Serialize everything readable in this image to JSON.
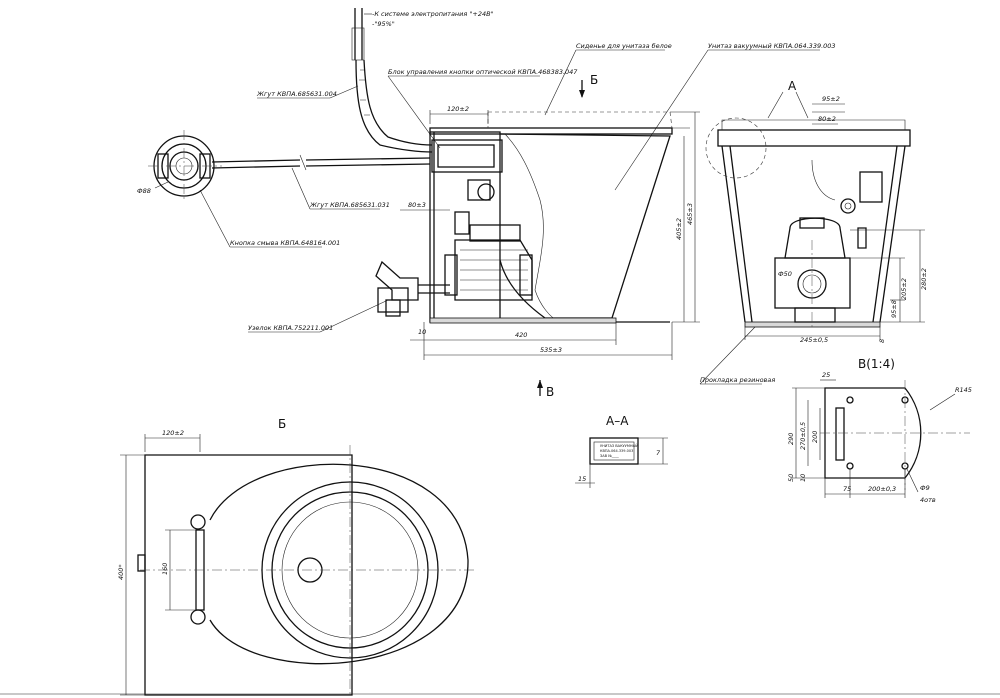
{
  "labels": {
    "power_supply": "-К системе электропитания \"+24В\"",
    "power_supply_2": "-\"95%\"",
    "seat": "Сиденье для унитаза белое",
    "vacuum_toilet": "Унитаз вакуумный КВПА.064.339.003",
    "optical_button_block": "Блок управления кнопки оптической КВПА.468383.047",
    "harness_1": "Жгут КВПА.685631.004",
    "harness_2": "Жгут КВПА.685631.031",
    "flush_button": "Кнопка смыва КВПА.648164.001",
    "elbow_node": "Узелок КВПА.752211.001",
    "rubber_gasket": "Прокладка резиновая"
  },
  "view_marks": {
    "b_top": "Б",
    "b_view": "Б",
    "a_mark": "А",
    "section_aa": "А–А",
    "v_mark": "В",
    "v_scale": "В(1:4)"
  },
  "dimensions": {
    "d88": "Ф88",
    "d50": "Ф50",
    "w120_top": "120±2",
    "w120_b": "120±2",
    "w80": "80±3",
    "h405": "405±2",
    "h465": "465±3",
    "w10": "10",
    "w420": "420",
    "w535": "535±3",
    "w95": "95±2",
    "w80b": "80±2",
    "w245": "245±0,5",
    "h205": "205±2",
    "h280": "280±2",
    "h95": "95±8",
    "h8": "8",
    "h400": "400*",
    "h160": "160",
    "aa_7": "7",
    "aa_15": "15",
    "v_25": "25",
    "v_290": "290",
    "v_270": "270±0,5",
    "v_200": "200",
    "v_50": "50",
    "v_10": "10",
    "v_75": "75",
    "v_200b": "200±0,3",
    "v_r145": "R145",
    "v_d9": "Ф9",
    "v_4holes": "4отв"
  },
  "plate_text": {
    "line1": "УНИТАЗ ВАКУУМНЫЙ",
    "line2": "КВПА.064.339.003",
    "line3": "ЗАВ №____"
  }
}
